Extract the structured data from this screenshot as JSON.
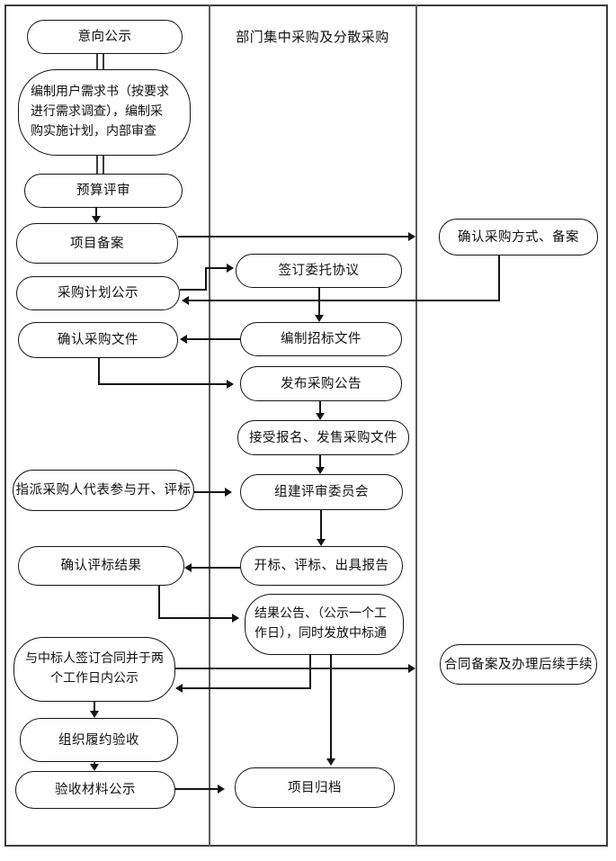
{
  "diagram": {
    "header": "部门集中采购及分散采购",
    "colors": {
      "line": "#141414",
      "background": "#ffffff",
      "border": "#3d3d3d"
    },
    "nodes": {
      "intent_publicity": "意向公示",
      "prepare_requirements": "编制用户需求书（按要求\n进行需求调查），编制采\n购实施计划，内部审查",
      "budget_review": "预算评审",
      "project_filing": "项目备案",
      "plan_publicity": "采购计划公示",
      "confirm_docs": "确认采购文件",
      "assign_rep": "指派采购人代表参与开、评标",
      "confirm_result": "确认评标结果",
      "sign_contract": "与中标人签订合同并于两\n个工作日内公示",
      "org_acceptance": "组织履约验收",
      "acceptance_publicity": "验收材料公示",
      "sign_agreement": "签订委托协议",
      "prepare_bid_docs": "编制招标文件",
      "publish_announcement": "发布采购公告",
      "accept_registration": "接受报名、发售采购文件",
      "form_committee": "组建评审委员会",
      "bid_opening": "开标、评标、出具报告",
      "result_announcement": "结果公告、（公示一个工\n作日），同时发放中标通",
      "project_archive": "项目归档",
      "confirm_method": "确认采购方式、备案",
      "contract_filing": "合同备案及办理后续手续"
    }
  }
}
